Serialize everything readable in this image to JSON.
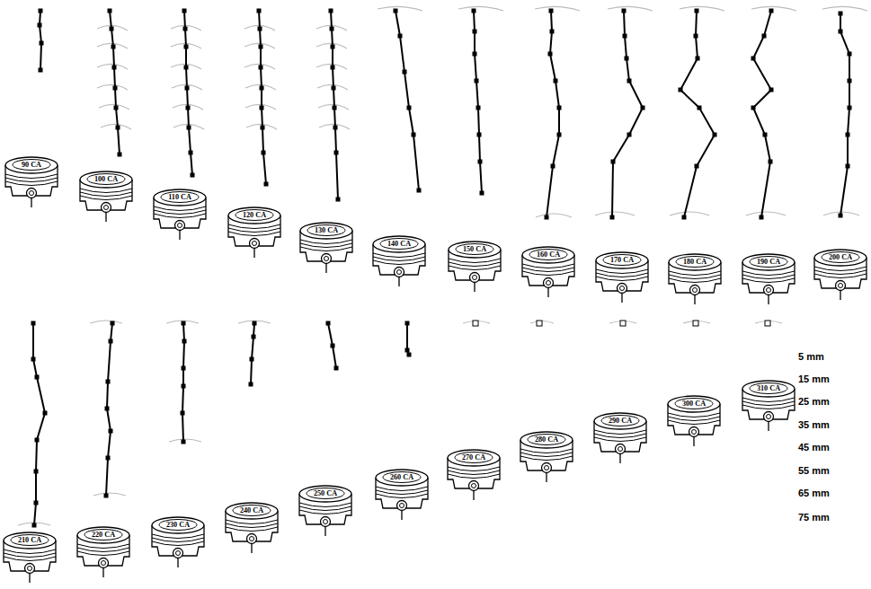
{
  "diagram": {
    "nodes": [
      {
        "text": [
          "90 CA"
        ]
      },
      {
        "text": [
          "100 CA"
        ]
      },
      {
        "text": [
          "110 CA"
        ]
      },
      {
        "text": [
          "120 CA"
        ]
      },
      {
        "text": [
          "130 CA"
        ]
      },
      {
        "text": [
          "140 CA"
        ]
      },
      {
        "text": [
          "150 CA"
        ]
      },
      {
        "text": [
          "160 CA"
        ]
      },
      {
        "text": [
          "170 CA"
        ]
      },
      {
        "text": [
          "180 CA"
        ]
      },
      {
        "text": [
          "190 CA"
        ]
      },
      {
        "text": [
          "200 CA"
        ]
      },
      {
        "text": [
          "210 CA"
        ]
      },
      {
        "text": [
          "220 CA"
        ]
      },
      {
        "text": [
          "230 CA"
        ]
      },
      {
        "text": [
          "240 CA"
        ]
      },
      {
        "text": [
          "250 CA"
        ]
      },
      {
        "text": [
          "260 CA"
        ]
      },
      {
        "text": [
          "270 CA"
        ]
      },
      {
        "text": [
          "280 CA"
        ]
      },
      {
        "text": [
          "290 CA"
        ]
      },
      {
        "text": [
          "300 CA"
        ]
      },
      {
        "text": [
          "310 CA"
        ]
      }
    ],
    "labels": [
      "5 mm",
      "15 mm",
      "25 mm",
      "35 mm",
      "45 mm",
      "55 mm",
      "65 mm",
      "75 mm"
    ]
  }
}
